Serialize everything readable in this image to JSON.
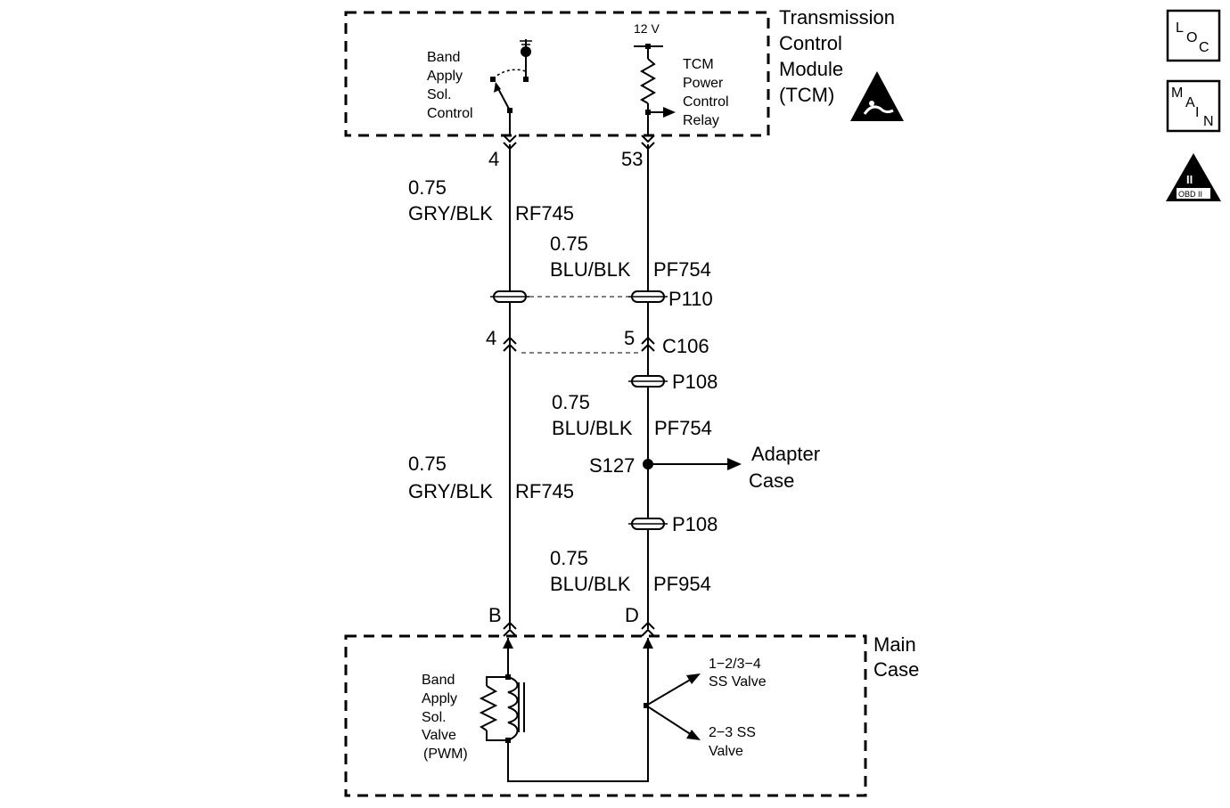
{
  "tcm": {
    "name": [
      "Transmission",
      "Control",
      "Module",
      "(TCM)"
    ],
    "voltage": "12 V",
    "band_apply_control": [
      "Band",
      "Apply",
      "Sol.",
      "Control"
    ],
    "relay": [
      "TCM",
      "Power",
      "Control",
      "Relay"
    ],
    "pin_left": "4",
    "pin_right": "53"
  },
  "wires": {
    "upper_left": {
      "gauge": "0.75",
      "color": "GRY/BLK",
      "circuit": "RF745"
    },
    "upper_right": {
      "gauge": "0.75",
      "color": "BLU/BLK",
      "circuit": "PF754"
    },
    "mid_right": {
      "gauge": "0.75",
      "color": "BLU/BLK",
      "circuit": "PF754"
    },
    "lower_left": {
      "gauge": "0.75",
      "color": "GRY/BLK",
      "circuit": "RF745"
    },
    "lower_right": {
      "gauge": "0.75",
      "color": "BLU/BLK",
      "circuit": "PF954"
    }
  },
  "connectors": {
    "p110": "P110",
    "c106": "C106",
    "c106_pin_left": "4",
    "c106_pin_right": "5",
    "p108_upper": "P108",
    "p108_lower": "P108",
    "splice": "S127"
  },
  "adapter_case": [
    "Adapter",
    "Case"
  ],
  "main_case": {
    "name": [
      "Main",
      "Case"
    ],
    "pin_left": "B",
    "pin_right": "D",
    "band_apply_valve": [
      "Band",
      "Apply",
      "Sol.",
      "Valve",
      "(PWM)"
    ],
    "ss_valve_1": [
      "1−2/3−4",
      "SS Valve"
    ],
    "ss_valve_2": [
      "2−3 SS",
      "Valve"
    ]
  },
  "side_icons": {
    "loc": [
      "L",
      "O",
      "C"
    ],
    "main": [
      "M",
      "A",
      "I",
      "N"
    ],
    "obd": [
      "II",
      "OBD II"
    ]
  }
}
